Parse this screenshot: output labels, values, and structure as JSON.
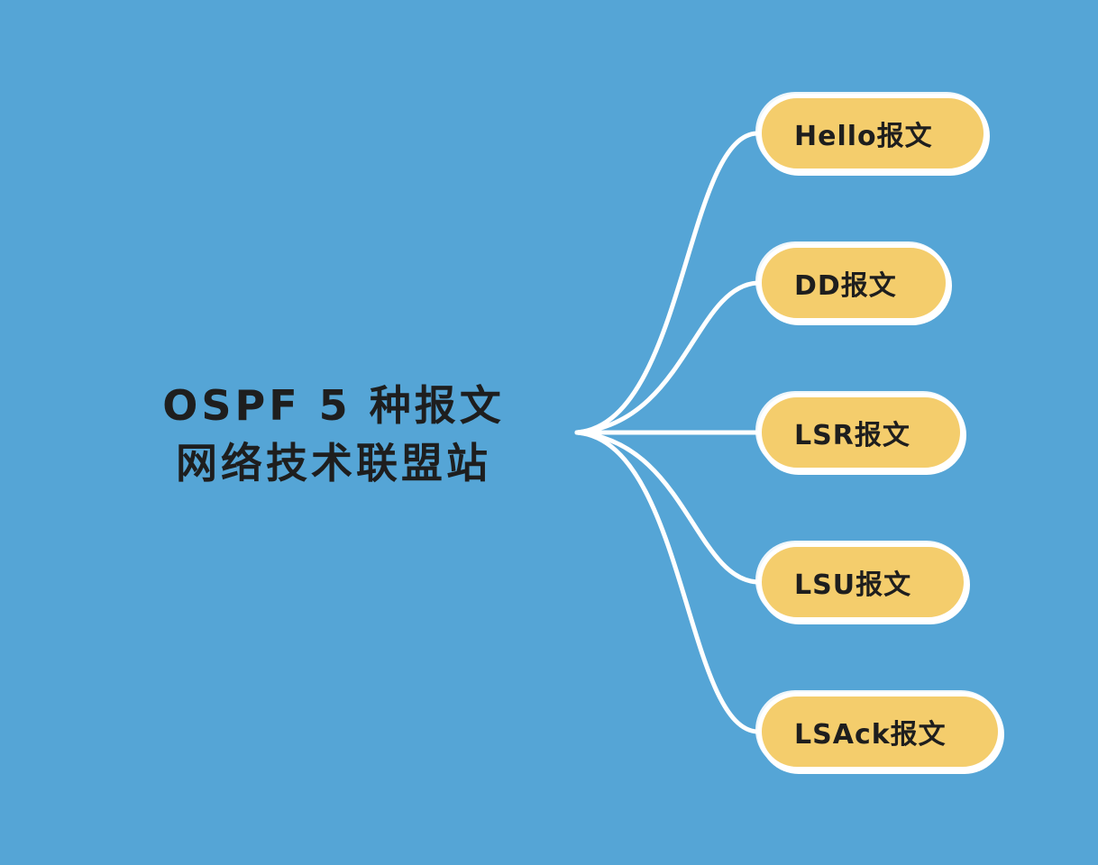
{
  "background_color": "#55a5d6",
  "node_fill_color": "#f4cd6c",
  "connector_color": "#ffffff",
  "root": {
    "line1": "OSPF 5 种报文",
    "line2": "网络技术联盟站"
  },
  "children": [
    {
      "label": "Hello报文"
    },
    {
      "label": "DD报文"
    },
    {
      "label": "LSR报文"
    },
    {
      "label": "LSU报文"
    },
    {
      "label": "LSAck报文"
    }
  ]
}
